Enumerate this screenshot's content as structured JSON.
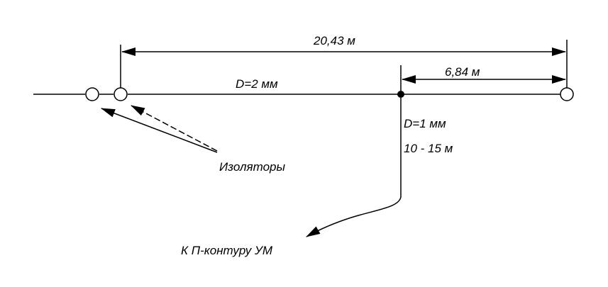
{
  "labels": {
    "total_length": "20,43 м",
    "short_length": "6,84 м",
    "main_wire_diameter": "D=2 мм",
    "feed_wire_diameter": "D=1 мм",
    "feed_wire_length": "10 - 15 м",
    "insulators": "Изоляторы",
    "feed_target": "К П-контуру УМ"
  },
  "colors": {
    "line": "#000000",
    "background": "#ffffff"
  }
}
